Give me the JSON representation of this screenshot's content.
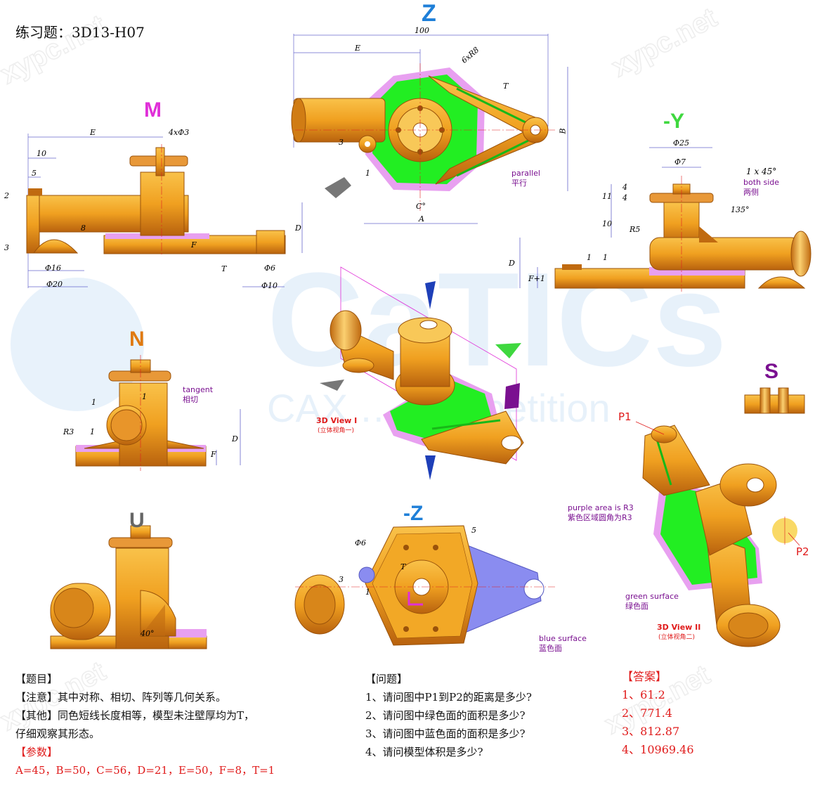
{
  "title": "练习题：3D13-H07",
  "watermark": {
    "site": "xypc.net",
    "brand": "CaTICs",
    "sub": "CAX … competition"
  },
  "views": {
    "z": "Z",
    "m": "M",
    "neg_y": "-Y",
    "n": "N",
    "s": "S",
    "u": "U",
    "neg_z": "-Z",
    "view1": "3D View I",
    "view1_cn": "(立体视角一)",
    "view2": "3D View II",
    "view2_cn": "(立体视角二)"
  },
  "annotations": {
    "parallel": "parallel",
    "parallel_cn": "平行",
    "tangent": "tangent",
    "tangent_cn": "相切",
    "chamfer": "1 x 45°",
    "both_side": "both side",
    "both_side_cn": "两侧",
    "purple_area": "purple area is R3",
    "purple_area_cn": "紫色区域圆角为R3",
    "green_surface": "green surface",
    "green_surface_cn": "绿色面",
    "blue_surface": "blue surface",
    "blue_surface_cn": "蓝色面",
    "p1": "P1",
    "p2": "P2"
  },
  "dims": {
    "z_100": "100",
    "z_e": "E",
    "z_6r8": "6xR8",
    "z_t": "T",
    "z_b": "B",
    "z_c": "C°",
    "z_a": "A",
    "z_3": "3",
    "z_1": "1",
    "m_e": "E",
    "m_4x3": "4xΦ3",
    "m_10": "10",
    "m_5": "5",
    "m_2": "2",
    "m_3": "3",
    "m_8": "8",
    "m_d": "D",
    "m_f": "F",
    "m_t": "T",
    "m_16": "Φ16",
    "m_20": "Φ20",
    "m_6": "Φ6",
    "m_10b": "Φ10",
    "y_25": "Φ25",
    "y_7": "Φ7",
    "y_4a": "4",
    "y_4b": "4",
    "y_11": "11",
    "y_10": "10",
    "y_r5": "R5",
    "y_135": "135°",
    "y_d": "D",
    "y_f1": "F+1",
    "y_1a": "1",
    "y_1b": "1",
    "n_1a": "1",
    "n_1b": "1",
    "n_1c": "1",
    "n_r3": "R3",
    "n_d": "D",
    "n_f": "F",
    "u_40": "40°",
    "nz_5": "5",
    "nz_6": "Φ6",
    "nz_3": "3",
    "nz_t": "T",
    "nz_1": "1"
  },
  "left_text": {
    "topic": "【题目】",
    "note": "【注意】其中对称、相切、阵列等几何关系。",
    "other1": "【其他】同色短线长度相等，模型未注壁厚均为T，",
    "other2": "仔细观察其形态。",
    "params_label": "【参数】",
    "params": "A=45，B=50，C=56，D=21，E=50，F=8，T=1"
  },
  "questions": {
    "label": "【问题】",
    "items": [
      "1、请问图中P1到P2的距离是多少?",
      "2、请问图中绿色面的面积是多少?",
      "3、请问图中蓝色面的面积是多少?",
      "4、请问模型体积是多少?"
    ]
  },
  "answers": {
    "label": "【答案】",
    "items": [
      "1、61.2",
      "2、771.4",
      "3、812.87",
      "4、10969.46"
    ]
  },
  "colors": {
    "orange": "#f0a020",
    "orange_dark": "#c06a10",
    "green": "#22ee22",
    "purple": "#e8a0f0",
    "blue": "#8a8cf0",
    "magenta": "#e030d8",
    "view_blue": "#1e7fd8",
    "view_orange": "#e07a10"
  }
}
